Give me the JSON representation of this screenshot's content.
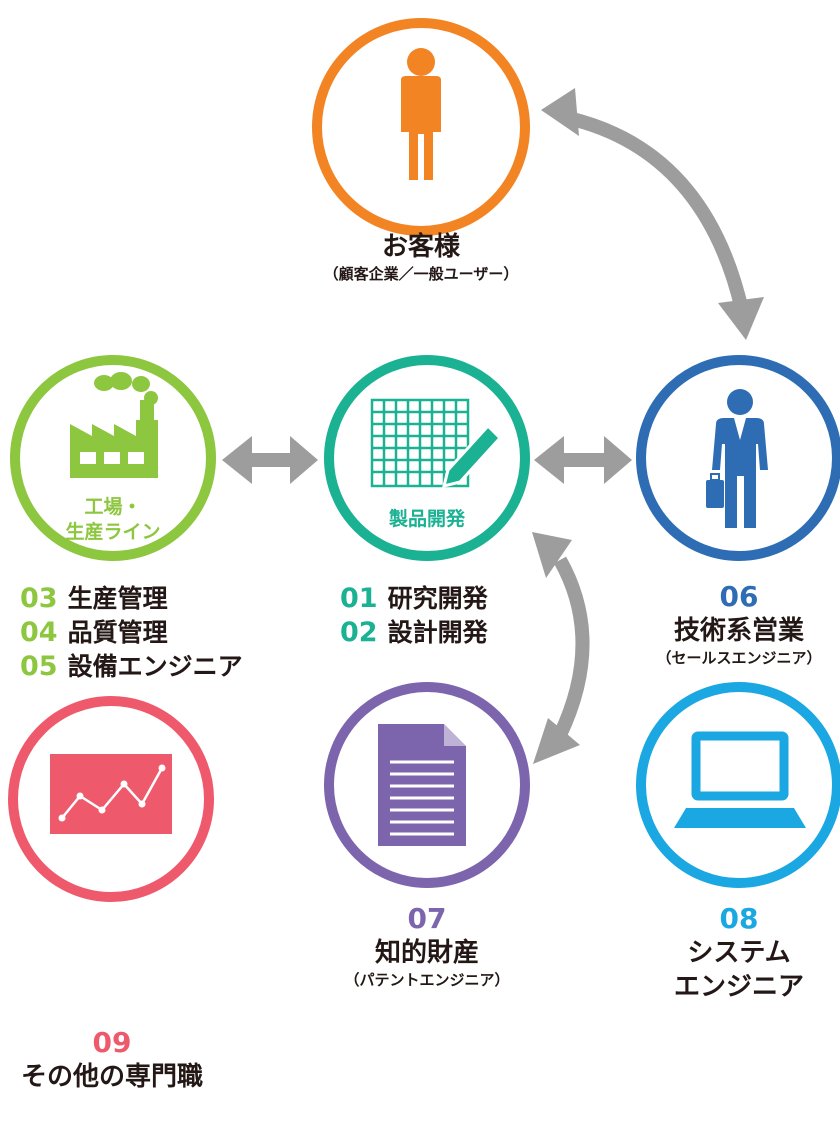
{
  "colors": {
    "customer": "#F28423",
    "factory": "#8DC63F",
    "product": "#1BB193",
    "sales": "#2E6DB4",
    "ip": "#7D65AE",
    "system": "#1BA7E2",
    "other": "#EE5A6B",
    "arrow": "#9D9D9D"
  },
  "customer": {
    "title": "お客様",
    "subtitle": "（顧客企業／一般ユーザー）",
    "icon": "person-icon"
  },
  "factory": {
    "label_line1": "工場・",
    "label_line2": "生産ライン",
    "icon": "factory-icon",
    "roles": [
      {
        "number": "03",
        "name": "生産管理"
      },
      {
        "number": "04",
        "name": "品質管理"
      },
      {
        "number": "05",
        "name": "設備エンジニア"
      }
    ]
  },
  "product": {
    "label": "製品開発",
    "icon": "grid-pen-icon",
    "roles": [
      {
        "number": "01",
        "name": "研究開発"
      },
      {
        "number": "02",
        "name": "設計開発"
      }
    ]
  },
  "sales": {
    "number": "06",
    "title": "技術系営業",
    "subtitle": "（セールスエンジニア）",
    "icon": "businessman-icon"
  },
  "ip": {
    "number": "07",
    "title": "知的財産",
    "subtitle": "（パテントエンジニア）",
    "icon": "document-icon"
  },
  "system": {
    "number": "08",
    "title_line1": "システム",
    "title_line2": "エンジニア",
    "icon": "laptop-icon"
  },
  "other": {
    "number": "09",
    "title": "その他の専門職",
    "icon": "chart-icon"
  }
}
